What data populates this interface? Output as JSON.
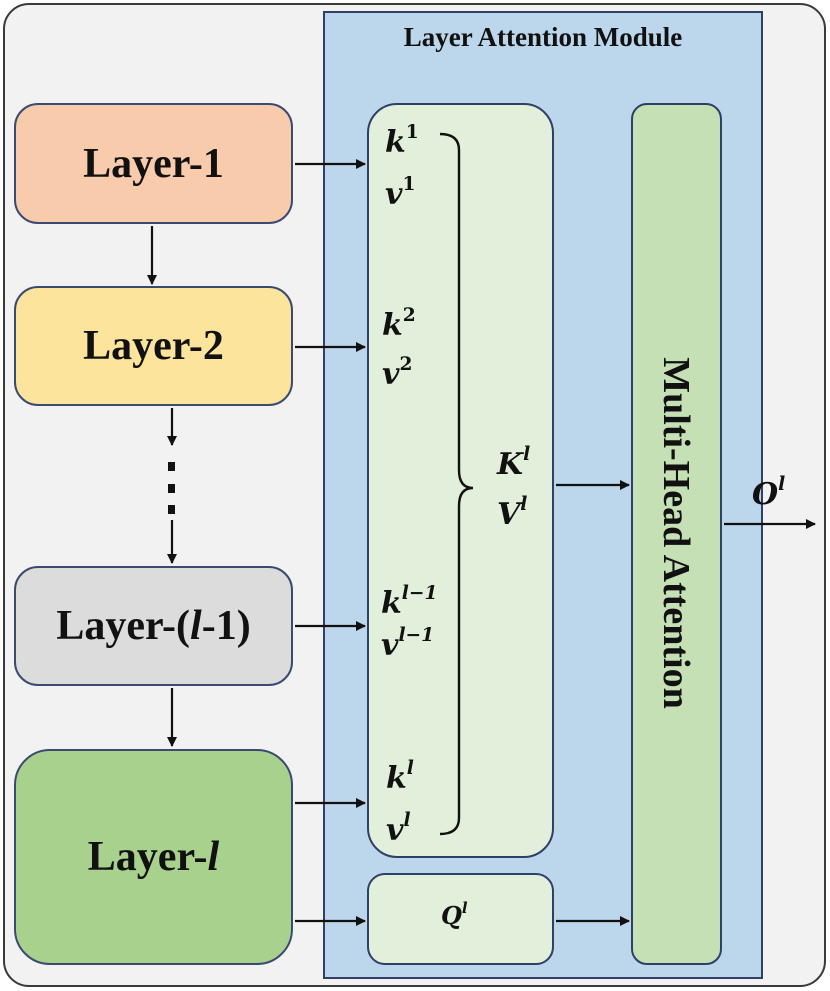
{
  "module": {
    "title": "Layer Attention Module"
  },
  "layers": [
    {
      "label_prefix": "Layer-",
      "label_var": "",
      "label_suffix": "1",
      "color": "#f8cbad"
    },
    {
      "label_prefix": "Layer-",
      "label_var": "",
      "label_suffix": "2",
      "color": "#fde49c"
    },
    {
      "label_prefix": "Layer-(",
      "label_var": "l",
      "label_suffix": "-1)",
      "color": "#dcdcdc"
    },
    {
      "label_prefix": "Layer-",
      "label_var": "l",
      "label_suffix": "",
      "color": "#a9d18e"
    }
  ],
  "kv": [
    {
      "k": "k",
      "k_sup": "1",
      "v": "v",
      "v_sup": "1"
    },
    {
      "k": "k",
      "k_sup": "2",
      "v": "v",
      "v_sup": "2"
    },
    {
      "k": "k",
      "k_sup": "l−1",
      "v": "v",
      "v_sup": "l−1"
    },
    {
      "k": "k",
      "k_sup": "l",
      "v": "v",
      "v_sup": "l"
    }
  ],
  "aggregate": {
    "K": "K",
    "K_sup": "l",
    "V": "V",
    "V_sup": "l"
  },
  "query": {
    "Q": "Q",
    "Q_sup": "l"
  },
  "attention": {
    "label": "Multi-Head Attention"
  },
  "output": {
    "O": "O",
    "O_sup": "l"
  },
  "colors": {
    "module_bg": "#bcd6ec",
    "kv_bg": "#e2efda",
    "mha_bg": "#c5e0b4",
    "border": "#2f3f66"
  }
}
